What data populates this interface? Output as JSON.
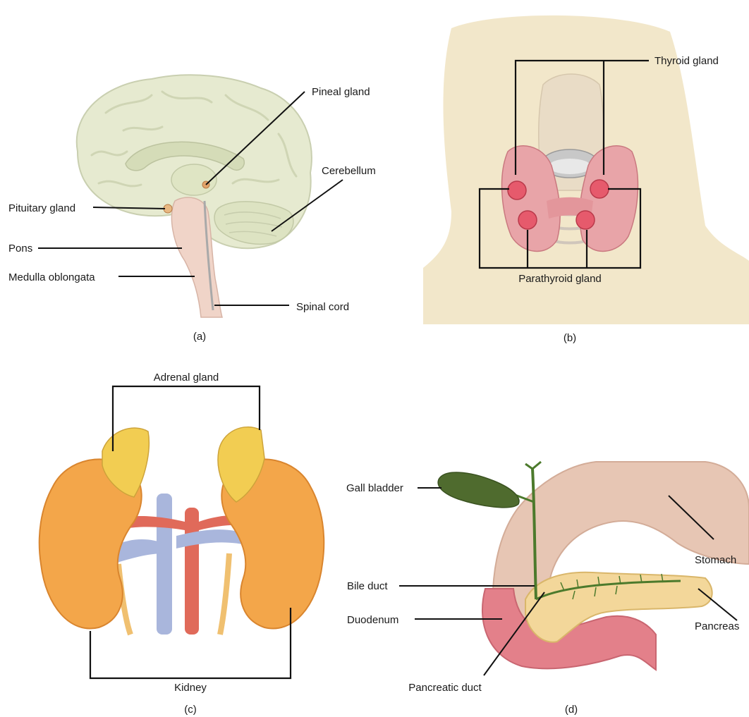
{
  "panel_a": {
    "caption": "(a)",
    "labels": {
      "pineal": "Pineal gland",
      "cerebellum": "Cerebellum",
      "pituitary": "Pituitary gland",
      "pons": "Pons",
      "medulla": "Medulla oblongata",
      "spinal": "Spinal cord"
    }
  },
  "panel_b": {
    "caption": "(b)",
    "labels": {
      "thyroid": "Thyroid gland",
      "parathyroid": "Parathyroid gland"
    }
  },
  "panel_c": {
    "caption": "(c)",
    "labels": {
      "adrenal": "Adrenal gland",
      "kidney": "Kidney"
    }
  },
  "panel_d": {
    "caption": "(d)",
    "labels": {
      "gall": "Gall bladder",
      "stomach": "Stomach",
      "bile": "Bile duct",
      "duodenum": "Duodenum",
      "pancreas": "Pancreas",
      "pduct": "Pancreatic duct"
    }
  },
  "colors": {
    "brain": "#e6ead0",
    "brainstem": "#f0d4c8",
    "skin": "#f1e4c4",
    "thyroid": "#e8a4a8",
    "parathyroid": "#e65a6c",
    "kidney": "#f3a64a",
    "adrenal": "#f2cd52",
    "vein": "#a9b6dc",
    "artery": "#e06a5a",
    "stomach": "#e6c4b0",
    "pancreas": "#f3d79a",
    "duct": "#4c7a2c",
    "gallbladder": "#4f6b2e",
    "duodenum": "#e3808a"
  }
}
